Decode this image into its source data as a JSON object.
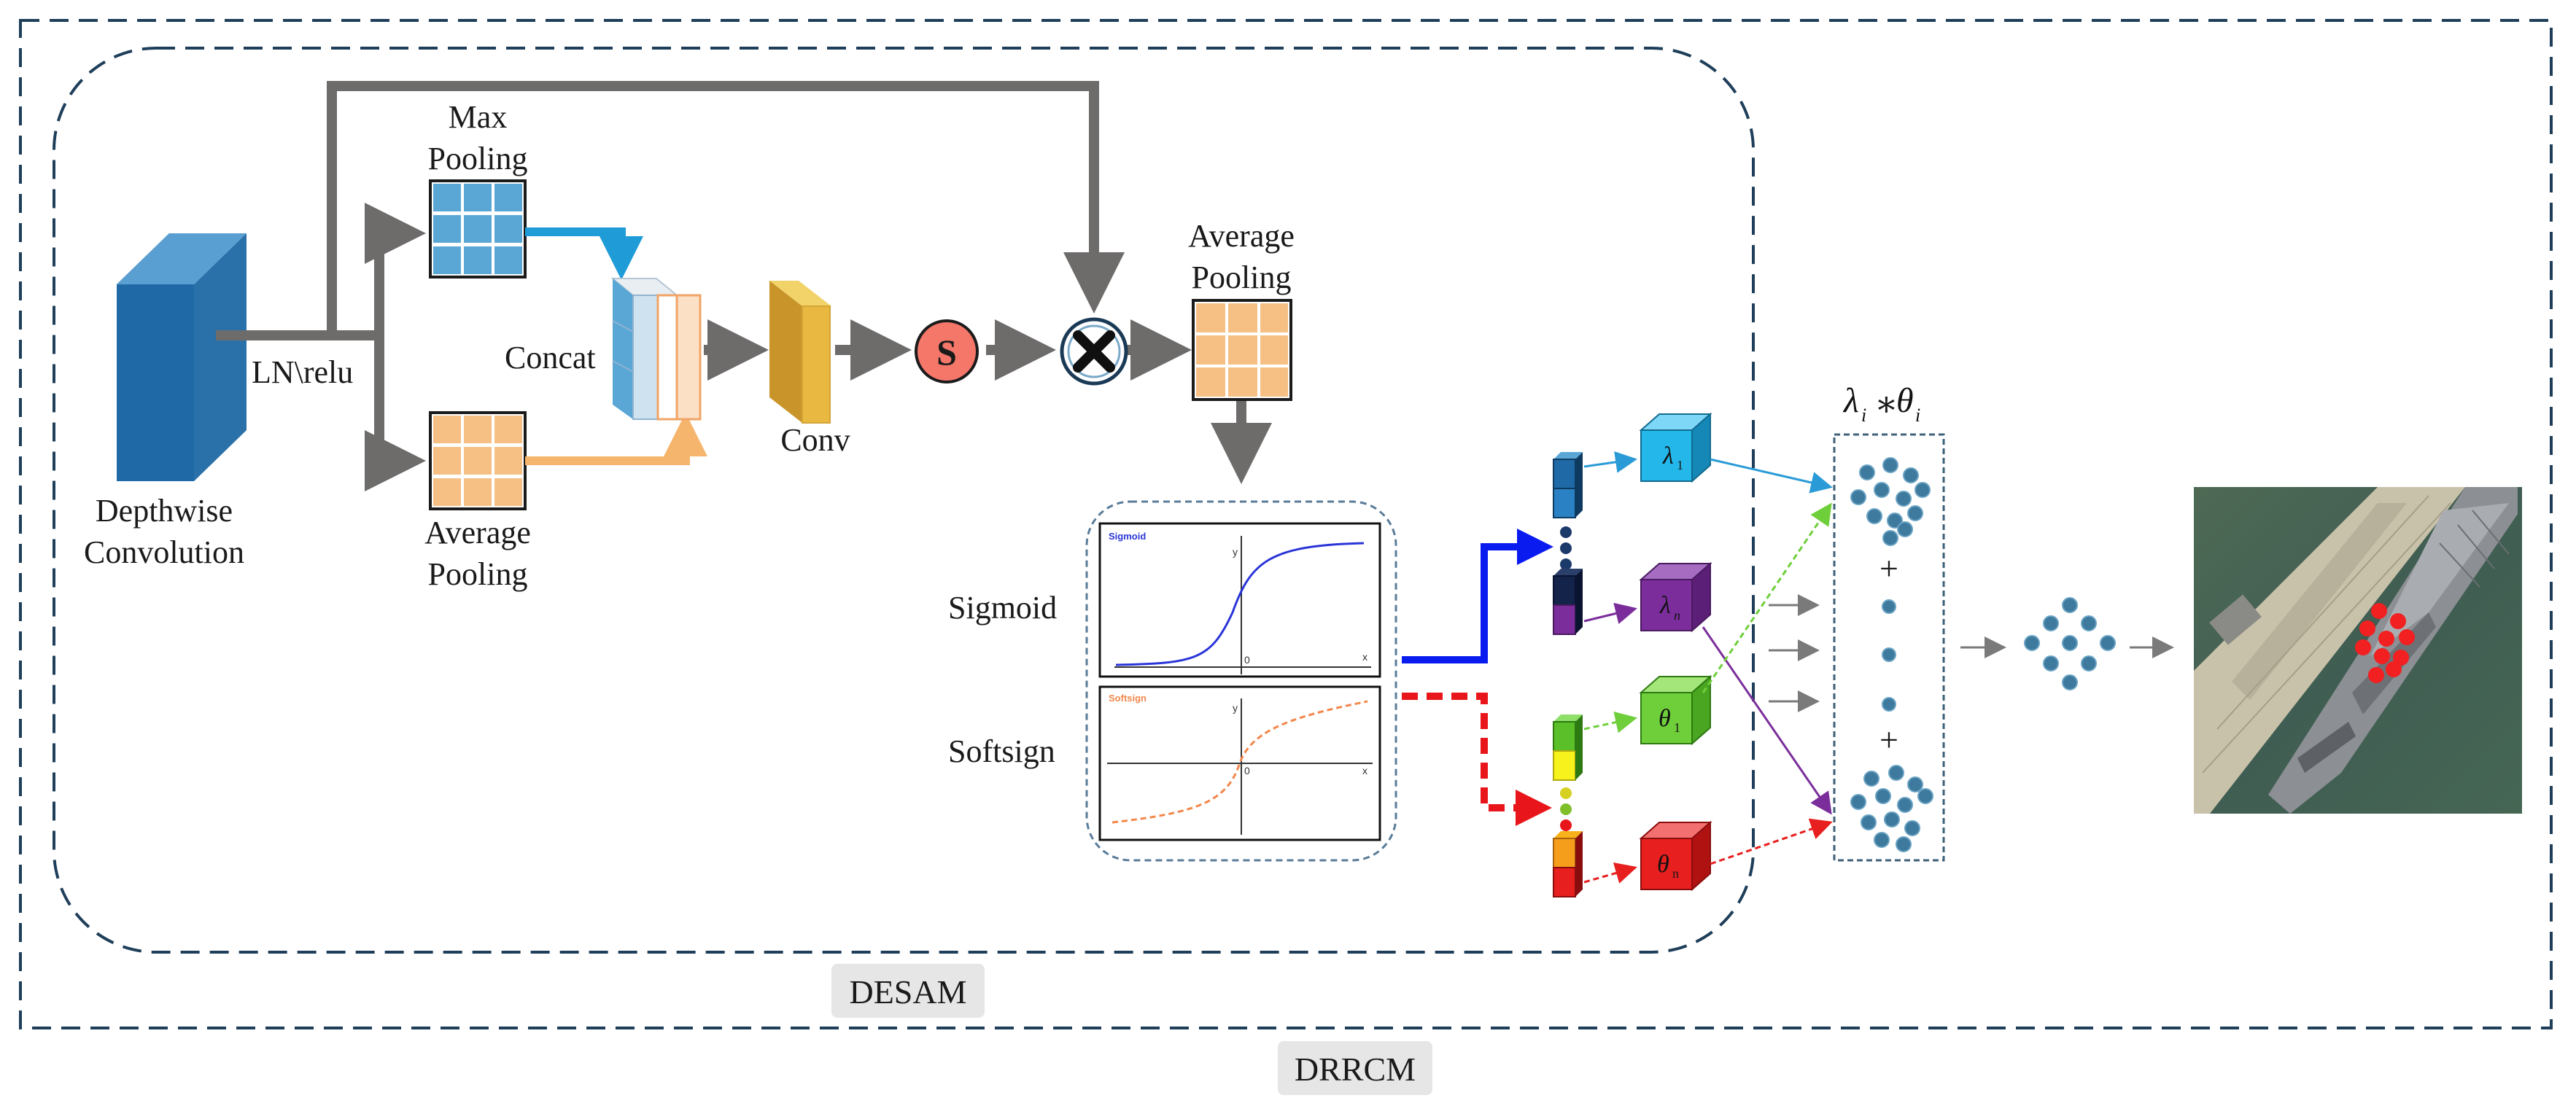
{
  "labels": {
    "depthwise_line1": "Depthwise",
    "depthwise_line2": "Convolution",
    "ln_relu": "LN\\relu",
    "max_pool_line1": "Max",
    "max_pool_line2": "Pooling",
    "avg_pool_line1": "Average",
    "avg_pool_line2": "Pooling",
    "concat": "Concat",
    "conv": "Conv",
    "s_symbol": "S",
    "avg_pool2_line1": "Average",
    "avg_pool2_line2": "Pooling",
    "sigmoid": "Sigmoid",
    "softsign": "Softsign",
    "plus": "+",
    "desam": "DESAM",
    "drrcm": "DRRCM"
  },
  "plots": {
    "sigmoid_title": "Sigmoid",
    "softsign_title": "Softsign",
    "axis_y": "y",
    "axis_x": "x",
    "origin": "0"
  },
  "colors": {
    "max_pool": "#5aa7d6",
    "avg_pool": "#f6c084",
    "conv": "#e2b542",
    "s_circle": "#f4776a",
    "sigmoid_curve": "#2a35d8",
    "softsign_curve": "#f2874b",
    "lambda_1": "#23b7ea",
    "lambda_n": "#7b2e9b",
    "theta_1": "#6fcf3a",
    "theta_n": "#e81f1f",
    "dots": "#3e7a9d",
    "frame": "#1e3e5a"
  },
  "icons": {
    "multiply": "multiply-icon",
    "sigmoid_plot": "sigmoid-curve-icon",
    "softsign_plot": "softsign-curve-icon"
  }
}
